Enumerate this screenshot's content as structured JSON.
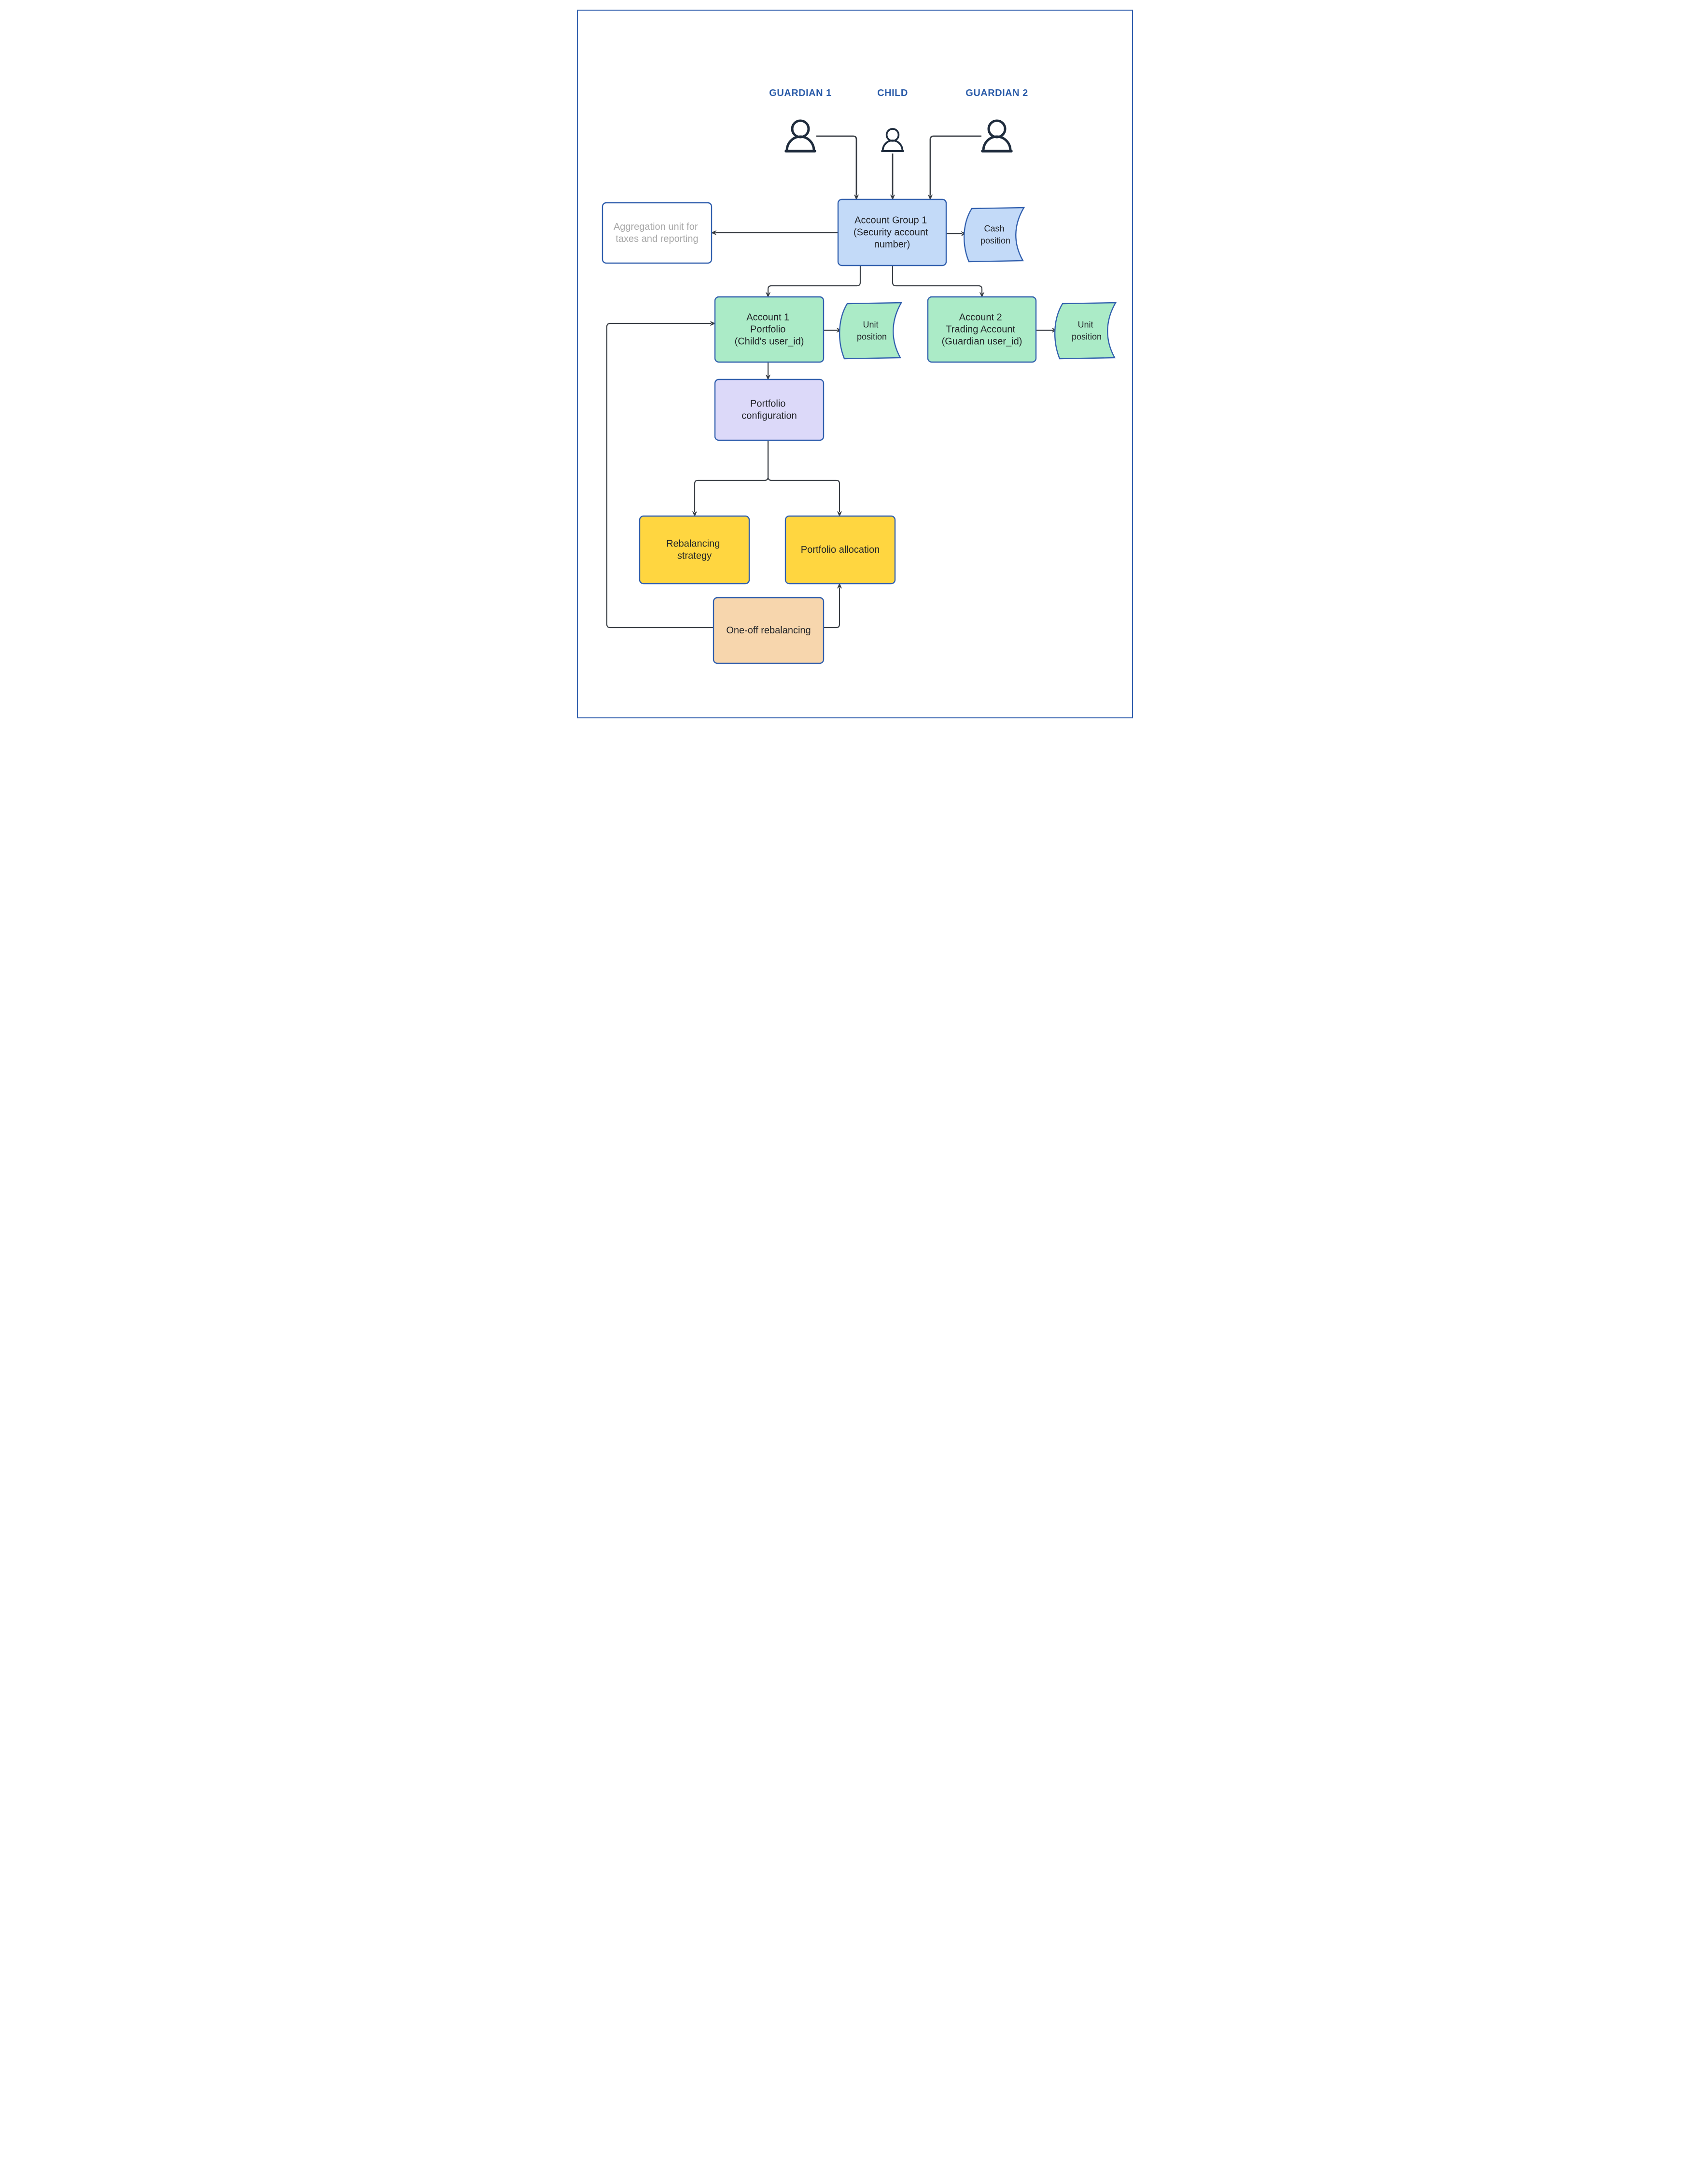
{
  "header": {
    "guardian1": "GUARDIAN 1",
    "child": "CHILD",
    "guardian2": "GUARDIAN 2"
  },
  "nodes": {
    "aggregation": {
      "lines": [
        "Aggregation unit for",
        "taxes and reporting"
      ]
    },
    "account_group": {
      "lines": [
        "Account Group 1",
        "(Security account",
        "number)"
      ]
    },
    "cash_position": {
      "lines": [
        "Cash",
        "position"
      ]
    },
    "account1": {
      "lines": [
        "Account 1",
        "Portfolio",
        "(Child's user_id)"
      ]
    },
    "unit_position_1": {
      "lines": [
        "Unit",
        "position"
      ]
    },
    "account2": {
      "lines": [
        "Account 2",
        "Trading Account",
        "(Guardian user_id)"
      ]
    },
    "unit_position_2": {
      "lines": [
        "Unit",
        "position"
      ]
    },
    "portfolio_config": {
      "lines": [
        "Portfolio",
        "configuration"
      ]
    },
    "rebalancing_strategy": {
      "lines": [
        "Rebalancing",
        "strategy"
      ]
    },
    "portfolio_allocation": {
      "lines": [
        "Portfolio allocation"
      ]
    },
    "one_off": {
      "lines": [
        "One-off rebalancing"
      ]
    }
  },
  "colors": {
    "frame_blue": "#3260ae",
    "label_blue": "#2b5ca9",
    "node_blue_fill": "#c3daf8",
    "green_fill": "#abebc7",
    "purple_fill": "#dcd9f9",
    "yellow_fill": "#ffd640",
    "peach_fill": "#f7d6ad",
    "white_fill": "#ffffff",
    "muted_text": "#a7a7a7",
    "text_dark": "#222428",
    "connector": "#3a3f45",
    "icon_color": "#1f2c3d"
  }
}
